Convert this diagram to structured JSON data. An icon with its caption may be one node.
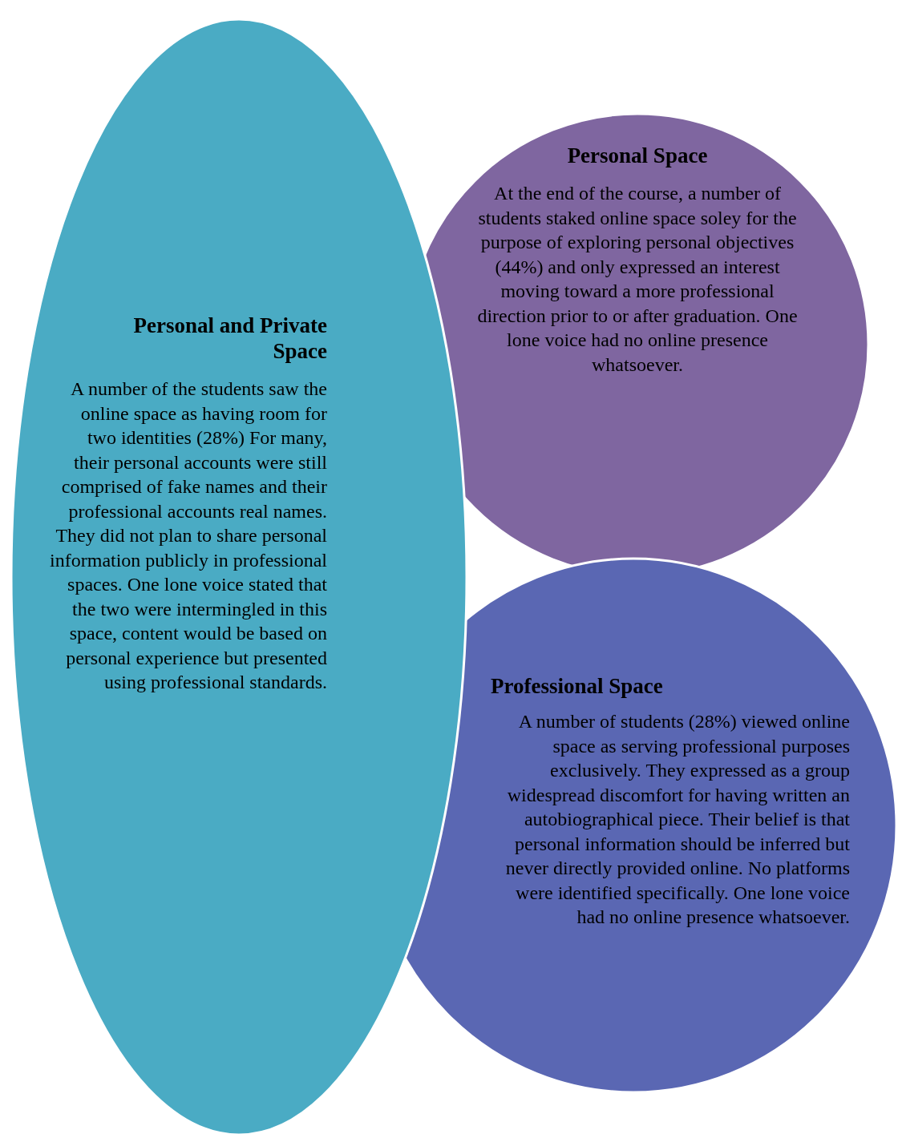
{
  "diagram": {
    "nodes": [
      {
        "text": [
          "Personal Space",
          "At the end of the course, a number of students staked online space soley for the purpose of exploring personal objectives (44%) and only expressed an interest moving toward a more professional direction prior to or after graduation. One lone voice had no online presence whatsoever."
        ]
      },
      {
        "text": [
          "Personal and Private Space",
          "A number of the students saw the online space as having room for two identities (28%) For many, their personal accounts were still comprised of fake names and their professional accounts real names. They did not plan to share personal information publicly in professional spaces. One lone voice stated that the two were intermingled in this space, content would be based on personal experience but presented using professional standards."
        ]
      },
      {
        "text": [
          "Professional Space",
          "A number of students (28%) viewed online space as serving professional purposes exclusively. They expressed as a group widespread discomfort for having written an autobiographical piece. Their belief is that personal information should be inferred but never directly provided online. No platforms were identified specifically. One lone voice had no online presence whatsoever."
        ]
      }
    ],
    "edges": []
  }
}
